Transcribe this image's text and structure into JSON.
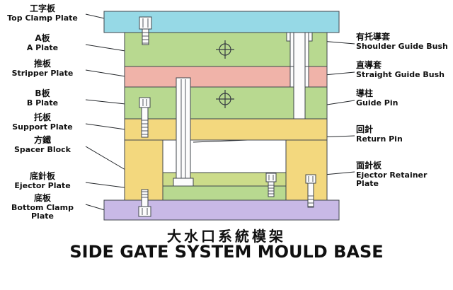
{
  "title": {
    "zh": "大水口系統模架",
    "en": "SIDE GATE SYSTEM MOULD BASE"
  },
  "labels_left": [
    {
      "zh": "工字板",
      "en": "Top Clamp Plate"
    },
    {
      "zh": "A板",
      "en": "A Plate"
    },
    {
      "zh": "推板",
      "en": "Stripper Plate"
    },
    {
      "zh": "B板",
      "en": "B Plate"
    },
    {
      "zh": "托板",
      "en": "Support Plate"
    },
    {
      "zh": "方鐵",
      "en": "Spacer Block"
    },
    {
      "zh": "底針板",
      "en": "Ejector Plate"
    },
    {
      "zh": "底板",
      "en": "Bottom Clamp Plate"
    }
  ],
  "labels_right": [
    {
      "zh": "有托導套",
      "en": "Shoulder Guide Bush"
    },
    {
      "zh": "直導套",
      "en": "Straight Guide Bush"
    },
    {
      "zh": "導柱",
      "en": "Guide Pin"
    },
    {
      "zh": "回針",
      "en": "Return Pin"
    },
    {
      "zh": "面針板",
      "en": "Ejector Retainer Plate"
    }
  ],
  "colors": {
    "top_clamp": "#96d9e6",
    "plate_a": "#b8d990",
    "stripper": "#f0b3a9",
    "plate_b": "#b8d990",
    "support": "#f3d87e",
    "spacer": "#f3d87e",
    "ejector_retainer": "#ccdc8a",
    "ejector_plate": "#b8d990",
    "bottom_clamp": "#c8b9e6",
    "metal": "#fcfcfc",
    "outline": "#40464d"
  }
}
